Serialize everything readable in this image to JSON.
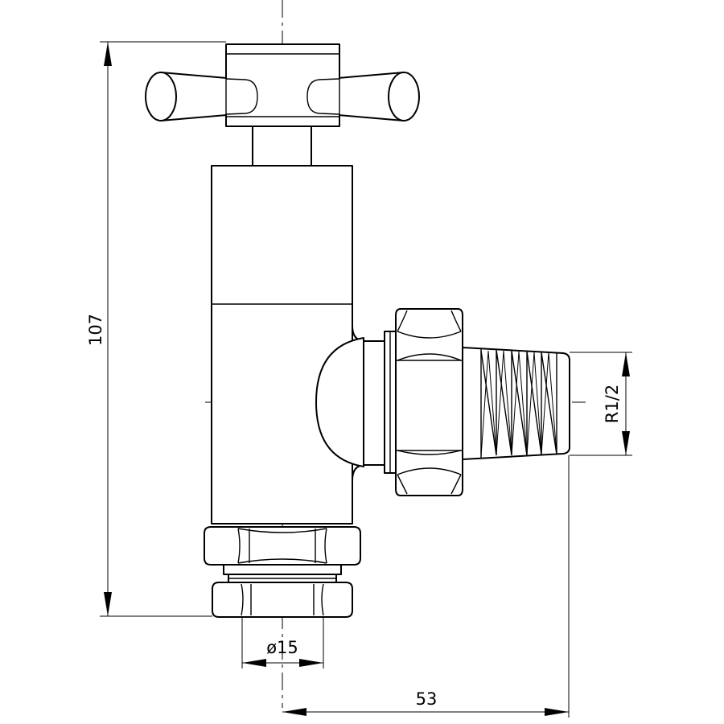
{
  "dimensions": {
    "height": "107",
    "thread": "R1/2",
    "pipe_diameter": "ø15",
    "offset": "53"
  },
  "colors": {
    "line": "#000000",
    "background": "#ffffff"
  }
}
